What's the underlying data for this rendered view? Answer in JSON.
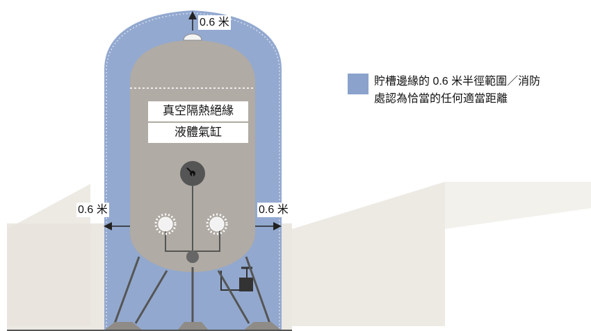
{
  "labels": {
    "top_clearance": "0.6 米",
    "left_clearance": "0.6 米",
    "right_clearance": "0.6 米"
  },
  "tank": {
    "line1": "真空隔熱絕緣",
    "line2": "液體氣缸"
  },
  "legend": {
    "line1": "貯槽邊緣的 0.6 米半徑範圍／消防",
    "line2": "處認為恰當的任何適當距離",
    "swatch_color": "#8aa2cc"
  },
  "colors": {
    "clearance_zone": "#8aa2cc",
    "tank_body": "#b0aba4",
    "ground": "#e9e6df"
  }
}
